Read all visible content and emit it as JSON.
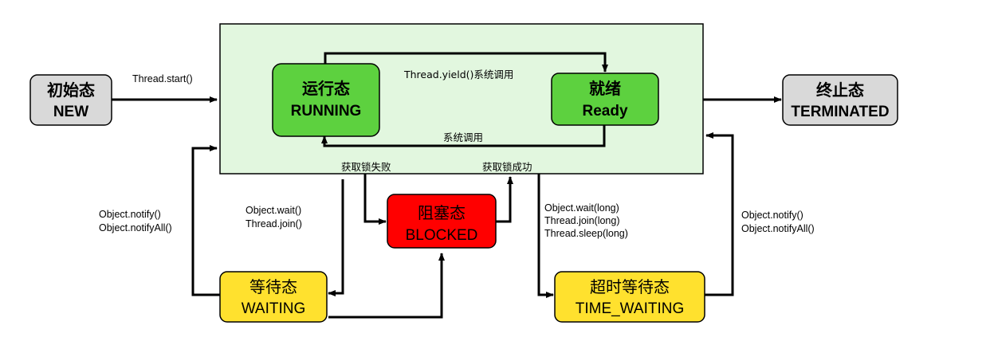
{
  "states": {
    "new": {
      "title": "初始态",
      "subtitle": "NEW",
      "color": "#d9d9d9"
    },
    "running": {
      "title": "运行态",
      "subtitle": "RUNNING",
      "color": "#5dd13f"
    },
    "ready": {
      "title": "就绪",
      "subtitle": "Ready",
      "color": "#5dd13f"
    },
    "terminated": {
      "title": "终止态",
      "subtitle": "TERMINATED",
      "color": "#d9d9d9"
    },
    "blocked": {
      "title": "阻塞态",
      "subtitle": "BLOCKED",
      "color": "#ff0000"
    },
    "waiting": {
      "title": "等待态",
      "subtitle": "WAITING",
      "color": "#ffe12e"
    },
    "time_waiting": {
      "title": "超时等待态",
      "subtitle": "TIME_WAITING",
      "color": "#ffe12e"
    }
  },
  "container": {
    "color": "#e2f7df"
  },
  "edges": {
    "thread_start": "Thread.start()",
    "yield": "Thread.yield()系统调用",
    "system_call": "系统调用",
    "lock_fail": "获取锁失败",
    "lock_success": "获取锁成功",
    "wait_lines": [
      "Object.wait()",
      "Thread.join()"
    ],
    "notify_left_lines": [
      "Object.notify()",
      "Object.notifyAll()"
    ],
    "timed_wait_lines": [
      "Object.wait(long)",
      "Thread.join(long)",
      "Thread.sleep(long)"
    ],
    "notify_right_lines": [
      "Object.notify()",
      "Object.notifyAll()"
    ]
  }
}
